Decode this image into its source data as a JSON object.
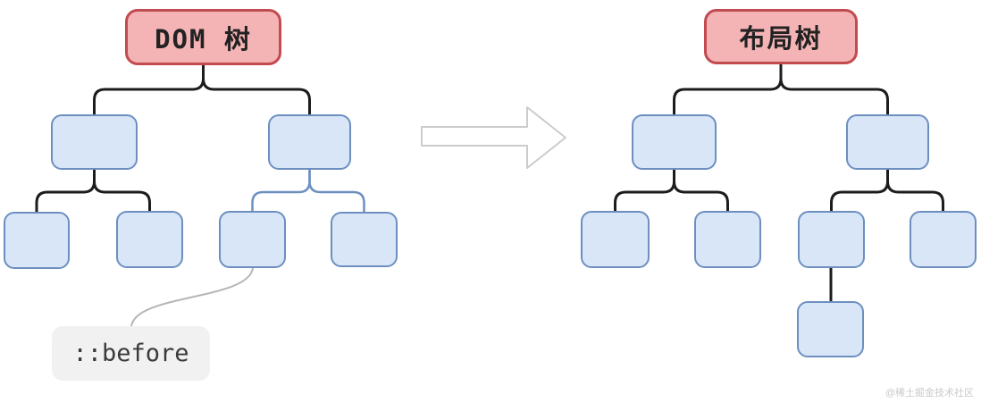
{
  "left_tree": {
    "title": "DOM 树",
    "children": 2,
    "leaves": 4,
    "note": "connectors from right child to its two leaves are drawn in blue",
    "annotation": "::before attached by gray curve to third leaf"
  },
  "right_tree": {
    "title": "布局树",
    "children": 2,
    "leaves": 4,
    "note": "extra node attached below third leaf"
  },
  "arrow": {
    "direction": "right",
    "style": "outlined block arrow"
  },
  "annotation_box": {
    "label": "::before"
  },
  "watermark": {
    "text": "@稀土掘金技术社区"
  },
  "colors": {
    "root_fill": "#f4b3b5",
    "root_border": "#c24b50",
    "node_fill": "#d8e6f8",
    "node_border": "#6d8fc0",
    "connector_black": "#1c1c1c",
    "connector_blue": "#6d8fc0",
    "connector_gray": "#b6b6b6",
    "arrow_outline": "#cccccc",
    "annotation_bg": "#f1f1f2",
    "annotation_text": "#3a3a3a",
    "watermark_color": "#c9c9c9"
  }
}
